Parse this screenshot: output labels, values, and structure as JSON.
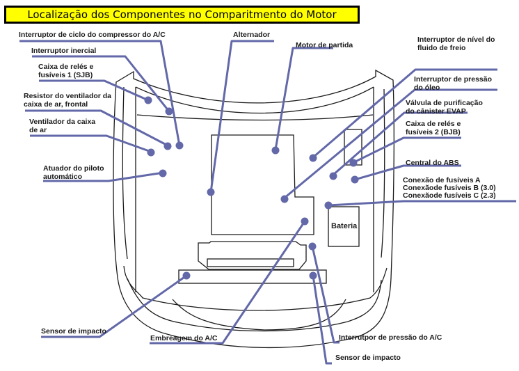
{
  "title": "Localização dos Componentes no Comparitmento do Motor",
  "colors": {
    "title_bg": "#ffff00",
    "leader": "#6268a8",
    "outline": "#1a1a1a"
  },
  "labels": {
    "ac_compressor_cycle_switch": "Interruptor de ciclo do compressor do A/C",
    "inertia_switch": "Interruptor inercial",
    "sjb_line1": "Caixa de relés e",
    "sjb_line2": "fusíveis 1 (SJB)",
    "blower_resistor_line1": "Resistor do ventilador da",
    "blower_resistor_line2": "caixa de ar,  frontal",
    "blower_line1": "Ventilador da caixa",
    "blower_line2": "de ar",
    "cruise_actuator_line1": "Atuador do piloto",
    "cruise_actuator_line2": "automático",
    "alternator": "Alternador",
    "starter_motor": "Motor de partida",
    "brake_fluid_switch_line1": "Interruptor de nível do",
    "brake_fluid_switch_line2": "fluido de freio",
    "oil_pressure_switch_line1": "Interruptor de pressão",
    "oil_pressure_switch_line2": "do óleo",
    "evap_valve_line1": "Válvula de purificação",
    "evap_valve_line2": "do cânister EVAP",
    "bjb_line1": "Caixa de relés e",
    "bjb_line2": "fusíveis 2 (BJB)",
    "abs_module": "Central do ABS",
    "fuse_link_a": "Conexão de fusíveis A",
    "fuse_link_b": "Conexãode fusíveis B (3.0)",
    "fuse_link_c": "Conexãode fusíveis C (2.3)",
    "battery": "Bateria",
    "impact_sensor_left": "Sensor de impacto",
    "ac_clutch": "Embreagem do A/C",
    "ac_pressure_switch": "Interrutpor de pressão do A/C",
    "impact_sensor_right": "Sensor de impacto"
  }
}
